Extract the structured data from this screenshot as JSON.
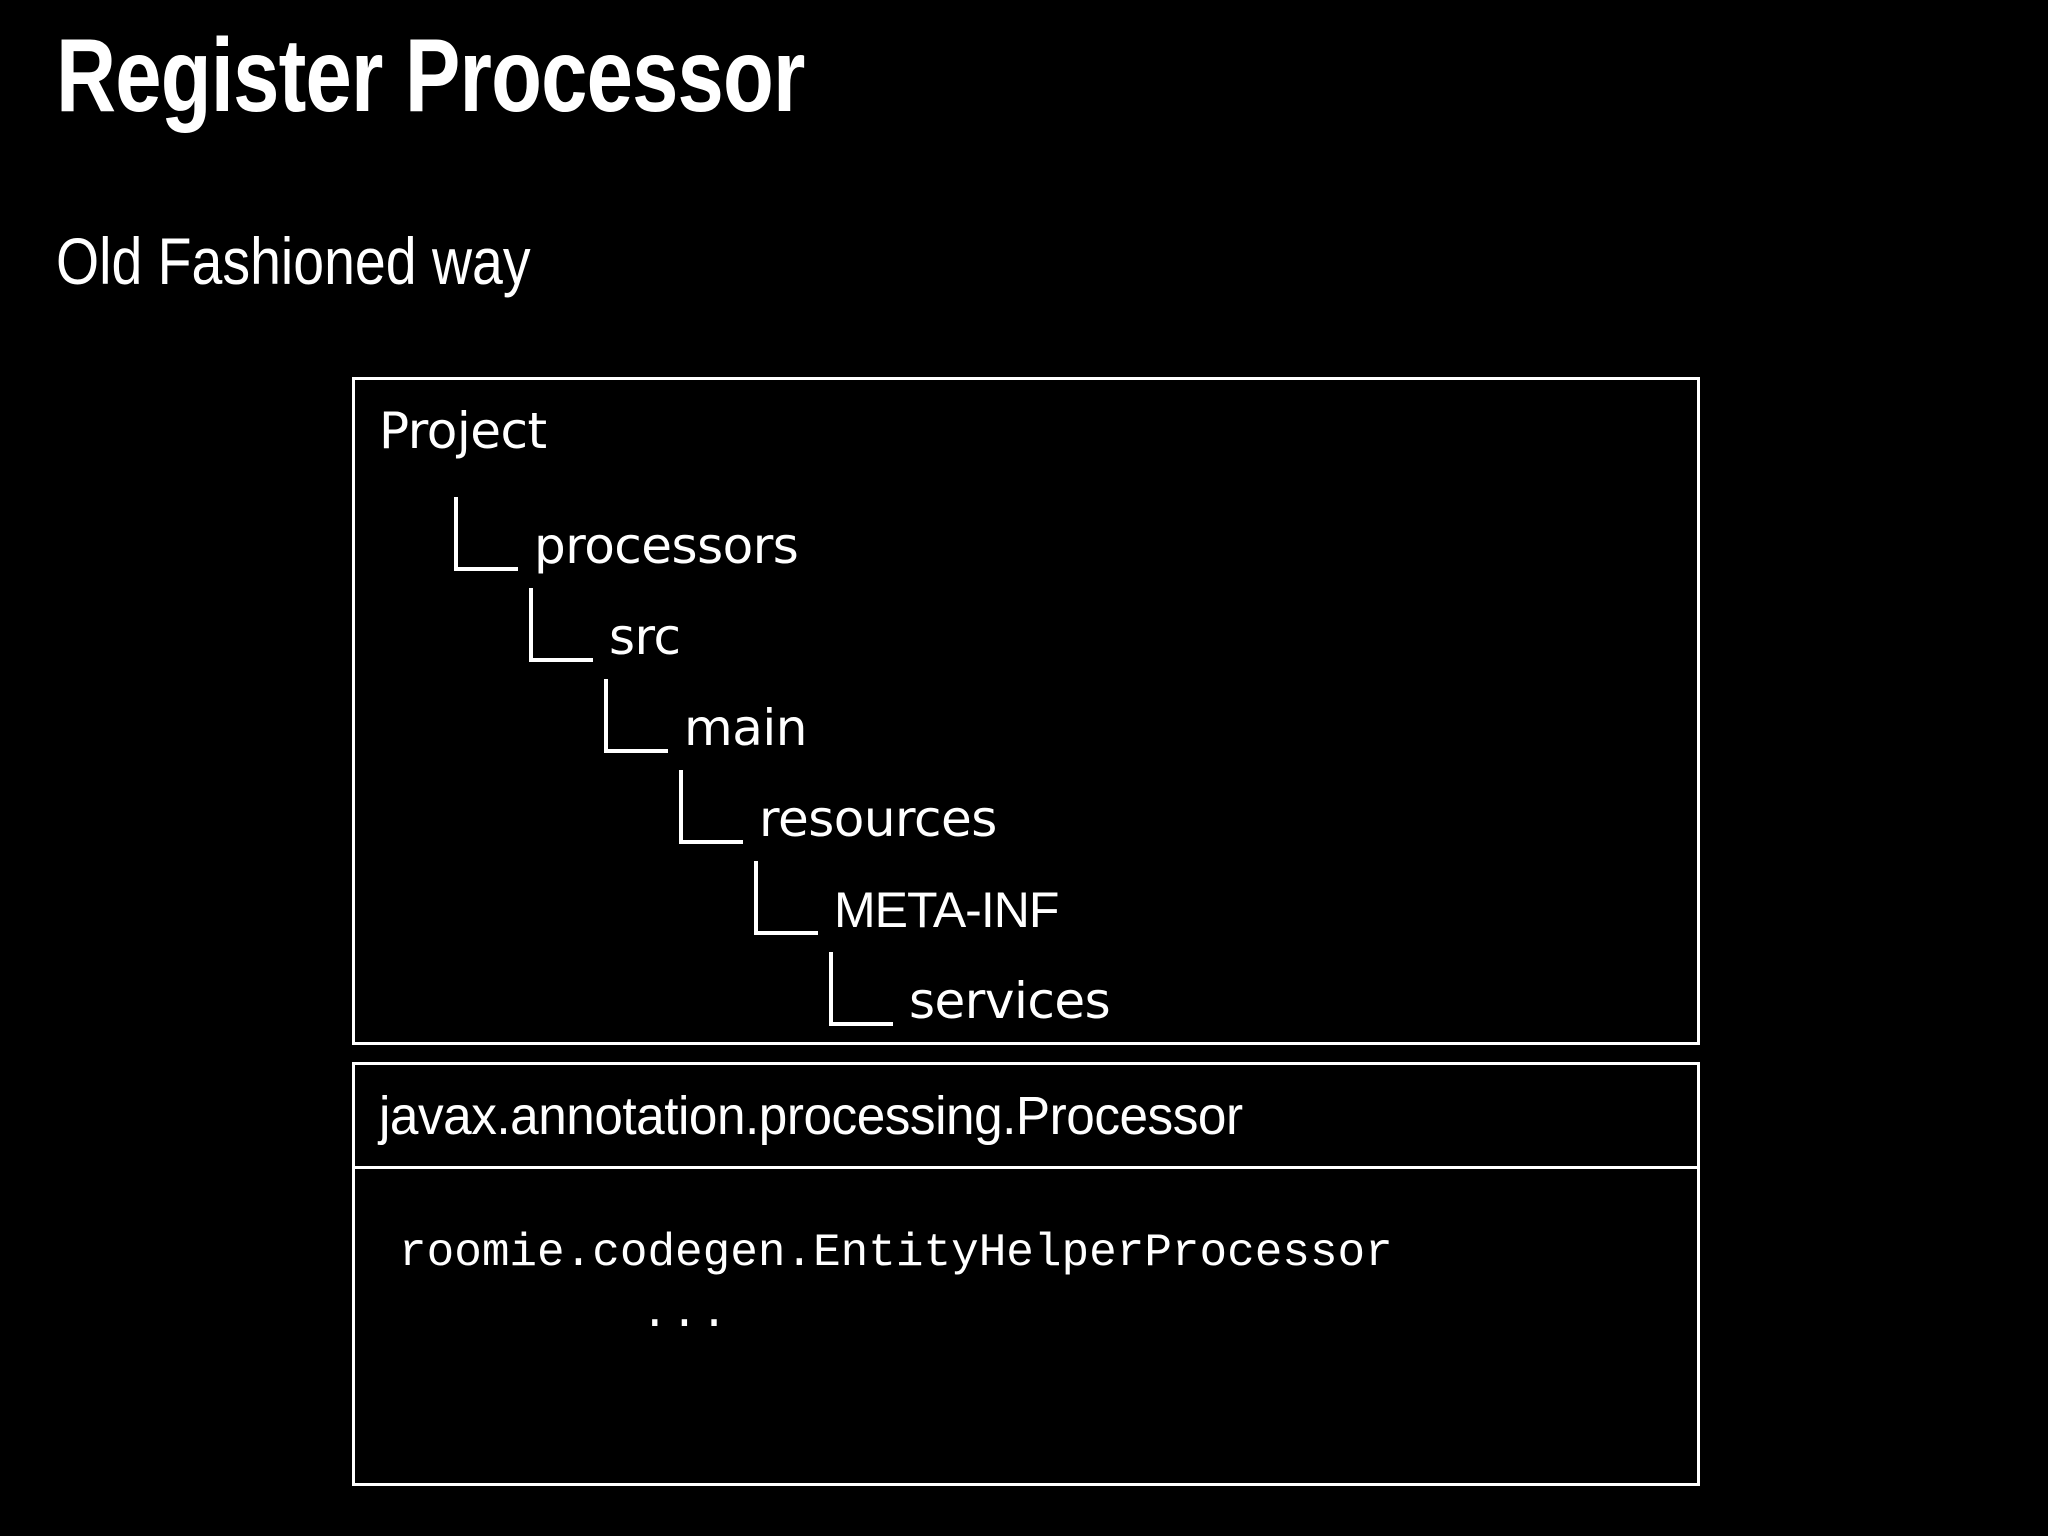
{
  "slide": {
    "background_color": "#000000",
    "text_color": "#ffffff",
    "title": "Register Processor",
    "subtitle": "Old Fashioned way"
  },
  "tree_panel": {
    "nodes": [
      {
        "label": "Project",
        "depth": 0
      },
      {
        "label": "processors",
        "depth": 1
      },
      {
        "label": "src",
        "depth": 2
      },
      {
        "label": "main",
        "depth": 3
      },
      {
        "label": "resources",
        "depth": 4
      },
      {
        "label": "META-INF",
        "depth": 5
      },
      {
        "label": "services",
        "depth": 6
      }
    ]
  },
  "file_panel": {
    "file_name": "javax.annotation.processing.Processor",
    "content_lines": [
      "roomie.codegen.EntityHelperProcessor",
      "..."
    ]
  }
}
